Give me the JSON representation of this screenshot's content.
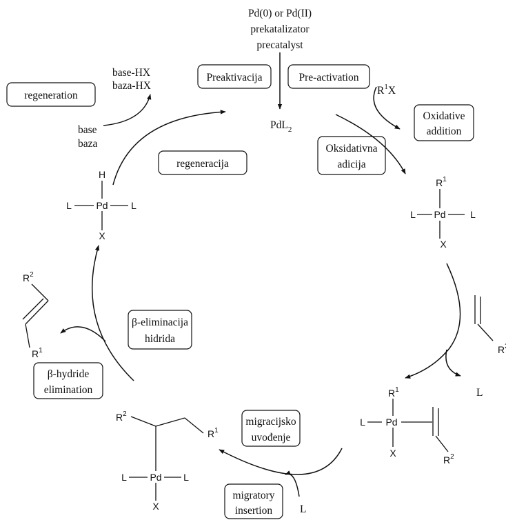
{
  "top": {
    "line1": "Pd(0) or Pd(II)",
    "line2": "prekatalizator",
    "line3": "precatalyst"
  },
  "catalyst": {
    "main": "PdL",
    "sub": "2"
  },
  "labels": {
    "preaktivacija": "Preaktivacija",
    "preactivation": "Pre-activation",
    "regeneration": "regeneration",
    "regeneracija": "regeneracija",
    "oxidative_1": "Oxidative",
    "oxidative_2": "addition",
    "oksidativna_1": "Oksidativna",
    "oksidativna_2": "adicija",
    "beta_elim_hr_1": "β-eliminacija",
    "beta_elim_hr_2": "hidrida",
    "beta_elim_en_1": "β-hydride",
    "beta_elim_en_2": "elimination",
    "migr_hr_1": "migracijsko",
    "migr_hr_2": "uvođenje",
    "migr_en_1": "migratory",
    "migr_en_2": "insertion"
  },
  "reagents": {
    "r1x_r": "R",
    "r1x_sup": "1",
    "r1x_x": "X",
    "basehx_1": "base-HX",
    "basehx_2": "baza-HX",
    "base_1": "base",
    "base_2": "baza",
    "l_out": "L",
    "l_in": "L"
  },
  "atoms": {
    "pd": "Pd",
    "l": "L",
    "x": "X",
    "h": "H",
    "r": "R",
    "sup1": "1",
    "sup2": "2"
  }
}
